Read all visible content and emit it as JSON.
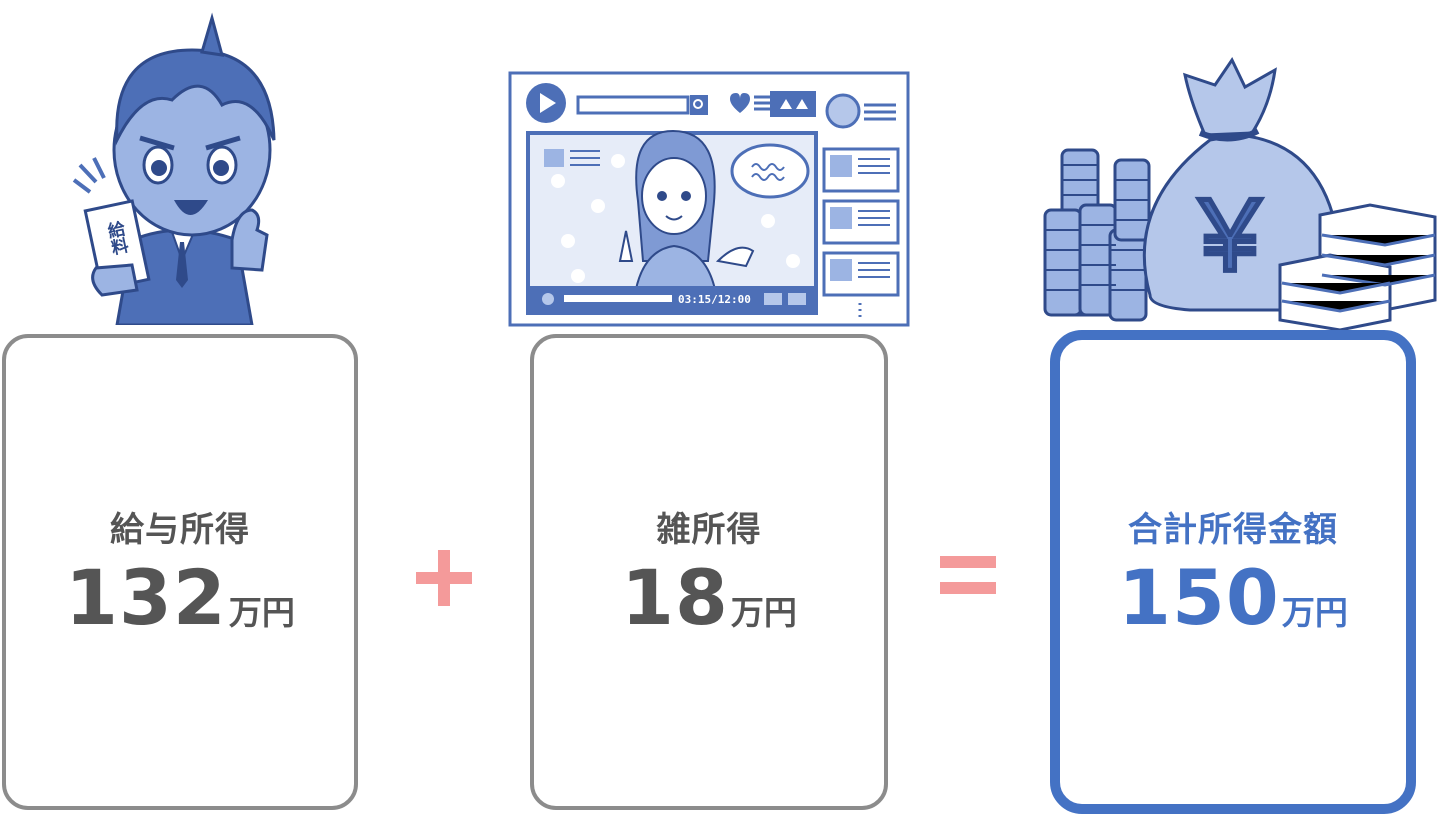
{
  "items": [
    {
      "label": "給与所得",
      "value": "132",
      "unit": "万円"
    },
    {
      "label": "雑所得",
      "value": "18",
      "unit": "万円"
    },
    {
      "label": "合計所得金額",
      "value": "150",
      "unit": "万円"
    }
  ],
  "illustrations": {
    "salary_envelope_text": "給料",
    "video_time": "03:15/12:00",
    "money_bag_symbol": "￥"
  },
  "operators": {
    "plus": "+",
    "equals": "="
  },
  "colors": {
    "accent": "#4472c4",
    "operator": "#f49a9a",
    "text": "#555555",
    "border": "#8c8c8c"
  }
}
